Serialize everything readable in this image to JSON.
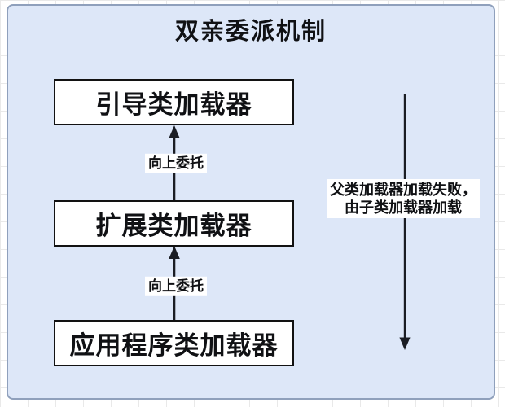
{
  "diagram": {
    "title": "双亲委派机制",
    "nodes": [
      {
        "id": "bootstrap-loader",
        "label": "引导类加载器"
      },
      {
        "id": "extension-loader",
        "label": "扩展类加载器"
      },
      {
        "id": "application-loader",
        "label": "应用程序类加载器"
      }
    ],
    "delegate_up_label": "向上委托",
    "fallback": {
      "line1": "父类加载器加载失败，",
      "line2": "由子类加载器加载"
    },
    "icons": {
      "up_arrow": "up-arrow-icon",
      "down_arrow": "down-arrow-icon"
    },
    "colors": {
      "canvas_bg": "#dde7f8",
      "canvas_border": "#8fa0bc",
      "grid_line": "#e9e9e9",
      "node_bg": "#ffffff",
      "node_border": "#121212",
      "arrow": "#1a1d24",
      "text": "#101114",
      "label_bg": "#ffffff"
    }
  }
}
